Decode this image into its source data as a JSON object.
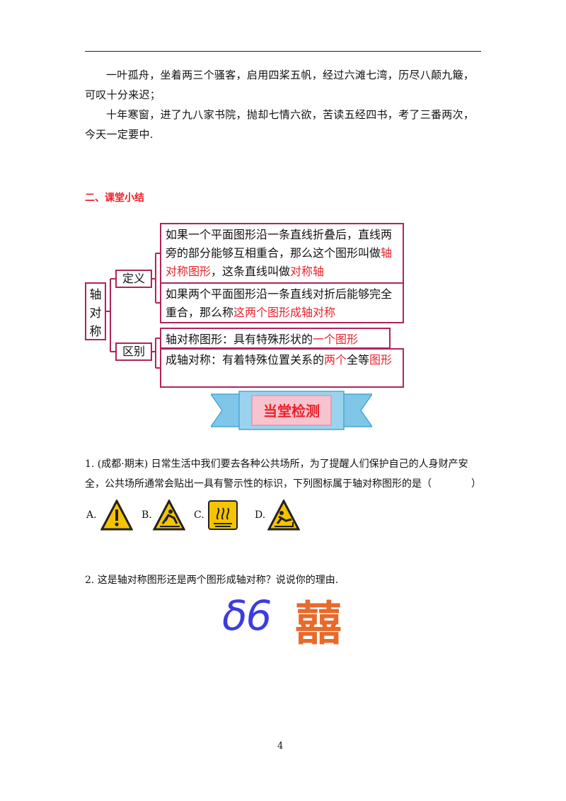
{
  "body": {
    "para1": "一叶孤舟，坐着两三个骚客，启用四桨五帆，经过六滩七湾，历尽八颠九簸，可叹十分来迟；",
    "para2": "十年寒窗，进了九八家书院，抛却七情六欲，苦读五经四书，考了三番两次，今天一定要中."
  },
  "section": {
    "title": "二、课堂小结"
  },
  "mindmap": {
    "root": [
      "轴",
      "对",
      "称"
    ],
    "definition_label": "定义",
    "difference_label": "区别",
    "def1": {
      "text_a": "如果一个平面图形沿一条直线折叠后，直线两旁的部分能够互相重合，那么这个图形叫做",
      "red_a": "轴对称图形",
      "text_b": "，这条直线叫做",
      "red_b": "对称轴"
    },
    "def2": {
      "text_a": "如果两个平面图形沿一条直线对折后能够完全重合，那么称",
      "red_a": "这两个图形成轴对称"
    },
    "diff1": {
      "text_a": "轴对称图形：具有特殊形状的",
      "red_a": "一个图形"
    },
    "diff2": {
      "text_a": "成轴对称：有着特殊位置关系的",
      "red_a": "两个",
      "text_b": "全等",
      "red_b": "图形"
    }
  },
  "banner": {
    "label": "当堂检测"
  },
  "questions": {
    "q1": "1. (成都·期末) 日常生活中我们要去各种公共场所，为了提醒人们保护自己的人身财产安全，公共场所通常会贴出一具有警示性的标识，下列图标属于轴对称图形的是（　　　　）",
    "options": [
      "A.",
      "B.",
      "C.",
      "D."
    ],
    "q2": "2. 这是轴对称图形还是两个图形成轴对称？说说你的理由.",
    "glyph_a": "δ6",
    "glyph_b": "囍"
  },
  "page_number": "4",
  "colors": {
    "accent_red": "#e8232a",
    "box_border": "#b0245a",
    "sign_yellow": "#f5c400",
    "banner_blue": "#7fc6e8",
    "banner_pink": "#f7c3cf"
  },
  "icons": [
    "exclamation-warning-sign",
    "slip-hazard-sign",
    "hot-surface-sign",
    "fall-hazard-sign"
  ]
}
